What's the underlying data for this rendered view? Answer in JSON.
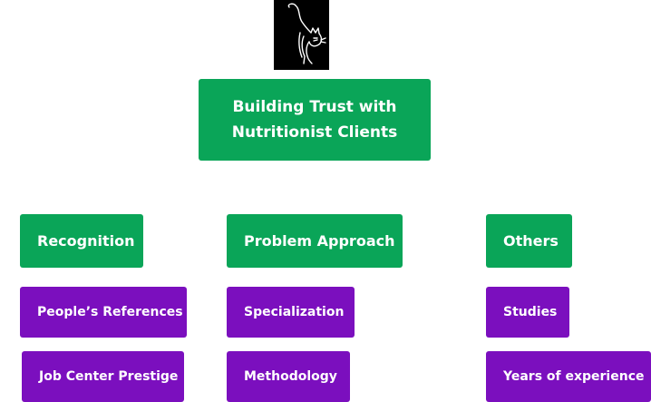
{
  "title": "Building Trust with Nutritionist Clients",
  "logo_icon": "cat-icon",
  "colors": {
    "category": "#0aa558",
    "item": "#7b0fbe",
    "logo_bg": "#000000"
  },
  "columns": [
    {
      "category": "Recognition",
      "items": [
        "People’s References",
        "Job Center Prestige"
      ]
    },
    {
      "category": "Problem Approach",
      "items": [
        "Specialization",
        "Methodology"
      ]
    },
    {
      "category": "Others",
      "items": [
        "Studies",
        "Years of experience"
      ]
    }
  ]
}
